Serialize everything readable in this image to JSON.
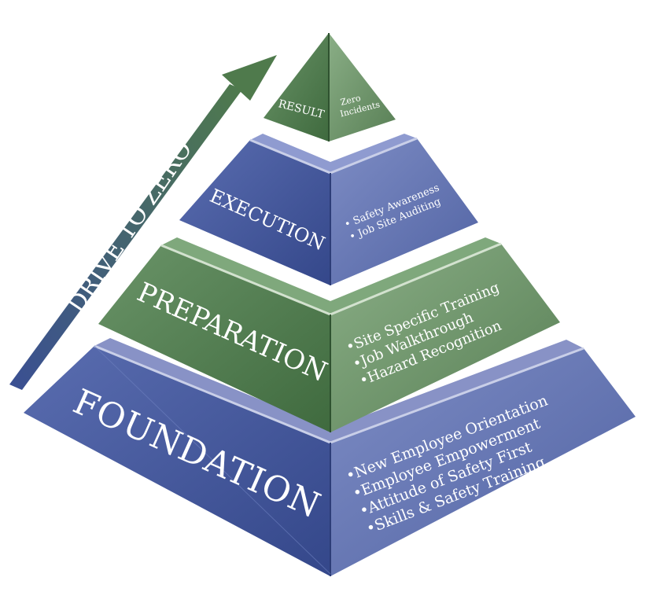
{
  "arrow_label": "DRIVE TO ZERO",
  "levels": [
    {
      "name": "RESULT",
      "items": [
        "Zero",
        "Incidents"
      ],
      "color": "#4f7a4c"
    },
    {
      "name": "EXECUTION",
      "items": [
        "• Safety Awareness",
        "• Job Site Auditing"
      ],
      "color": "#3f5494"
    },
    {
      "name": "PREPARATION",
      "items": [
        "•Site Specific Training",
        "•Job Walkthrough",
        "•Hazard Recognition"
      ],
      "color": "#4f7a4c"
    },
    {
      "name": "FOUNDATION",
      "items": [
        "•New Employee Orientation",
        "•Employee Empowerment",
        "•Attitude of Safety First",
        "•Skills & Safety Training"
      ],
      "color": "#3f5494"
    }
  ]
}
